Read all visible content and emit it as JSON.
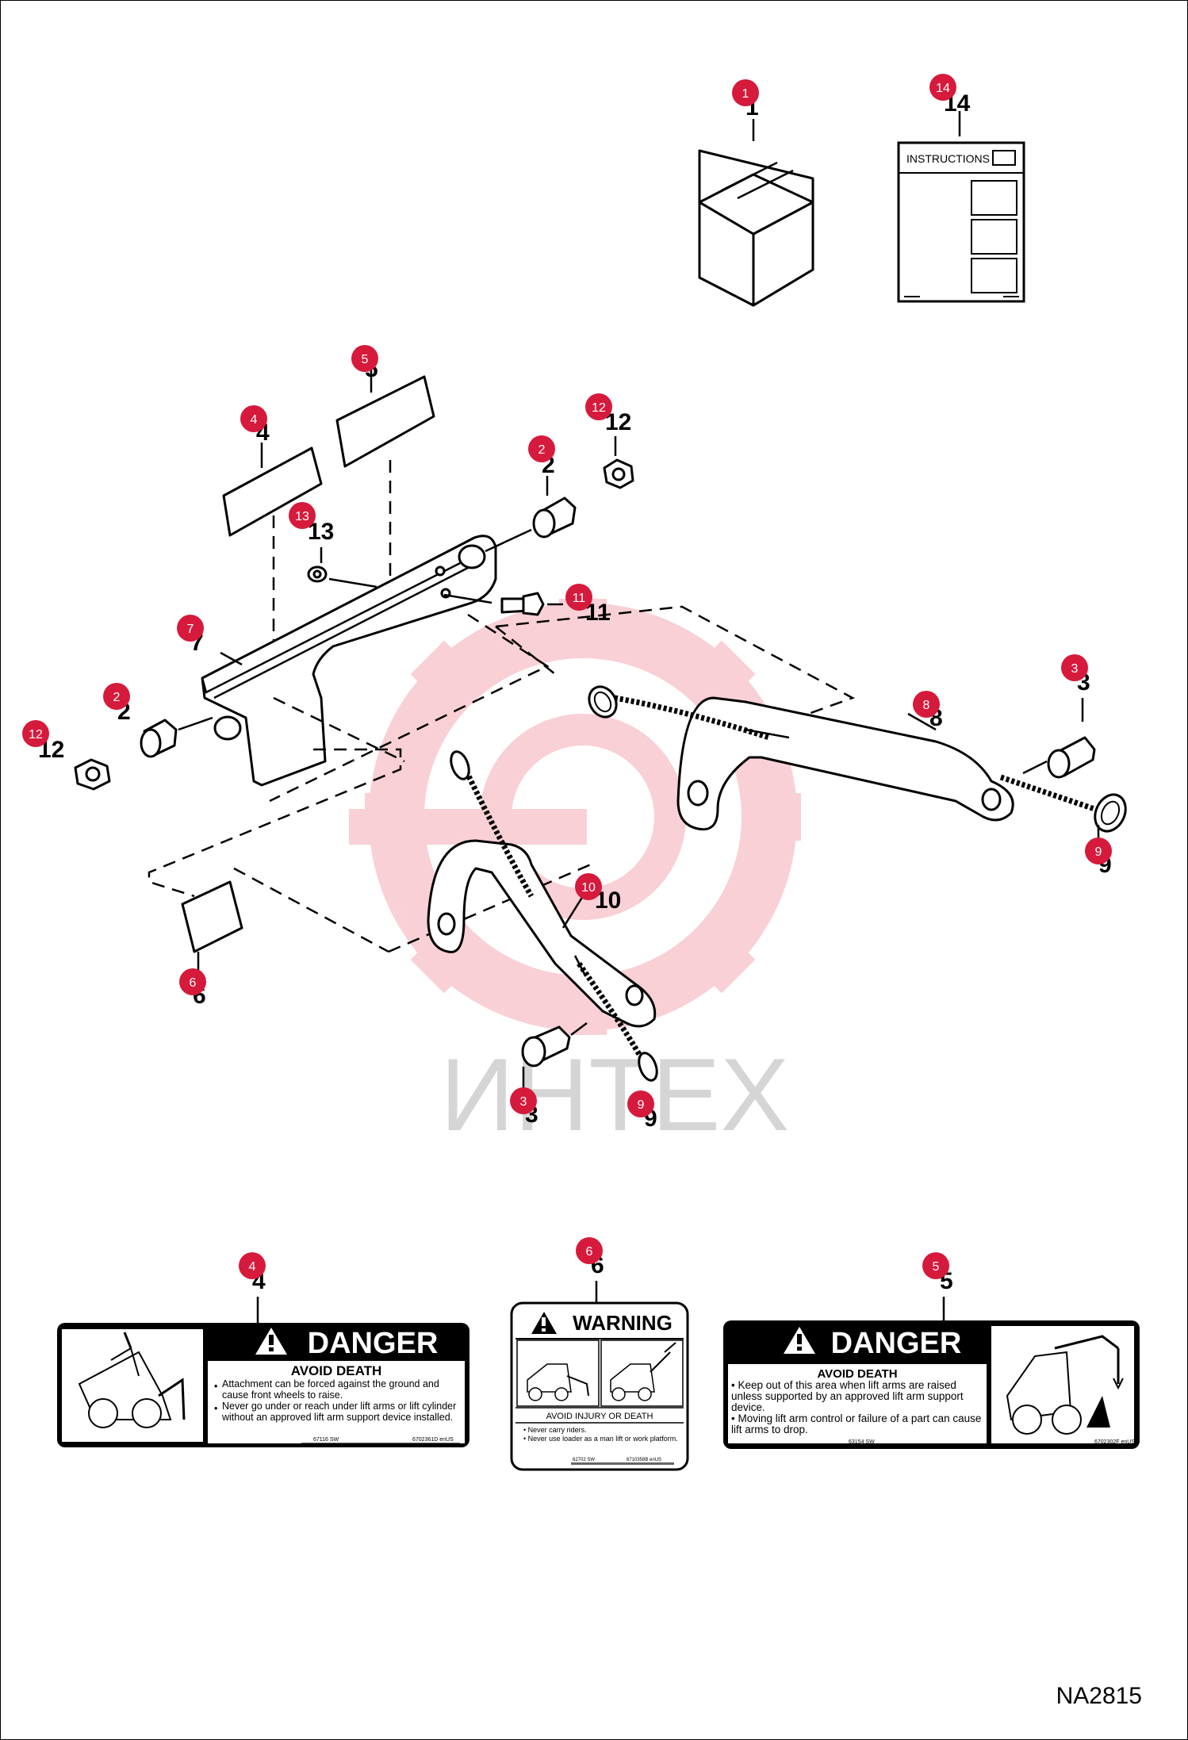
{
  "diagram_id": "NA2815",
  "watermark_text": "ИНТЕХ",
  "instructions_label": "INSTRUCTIONS",
  "callouts": [
    {
      "n": "1"
    },
    {
      "n": "14"
    },
    {
      "n": "5"
    },
    {
      "n": "4"
    },
    {
      "n": "12"
    },
    {
      "n": "2"
    },
    {
      "n": "13"
    },
    {
      "n": "11"
    },
    {
      "n": "7"
    },
    {
      "n": "2"
    },
    {
      "n": "12"
    },
    {
      "n": "3"
    },
    {
      "n": "8"
    },
    {
      "n": "9"
    },
    {
      "n": "10"
    },
    {
      "n": "6"
    },
    {
      "n": "3"
    },
    {
      "n": "9"
    },
    {
      "n": "4"
    },
    {
      "n": "6"
    },
    {
      "n": "5"
    }
  ],
  "decals": {
    "danger_left": {
      "header": "DANGER",
      "subheader": "AVOID DEATH",
      "bullets": [
        "Attachment can be forced against the ground and cause front wheels to raise.",
        "Never go under or reach under lift arms or lift cylinder without an approved lift arm support device installed."
      ],
      "code_left": "67116 SW",
      "code_right": "6702361D enUS"
    },
    "warning": {
      "header": "WARNING",
      "subheader": "AVOID INJURY OR DEATH",
      "bullets": [
        "Never carry riders.",
        "Never use loader as a man lift or work platform."
      ],
      "code_left": "62702 SW",
      "code_right": "6710358B enUS"
    },
    "danger_right": {
      "header": "DANGER",
      "subheader": "AVOID DEATH",
      "bullets": [
        "Keep out of this area when lift arms are raised unless supported by an approved lift arm support device.",
        "Moving lift arm control or failure of a part can cause lift arms to drop."
      ],
      "code_left": "63154 SW",
      "code_right": "6702302F enUS"
    }
  }
}
